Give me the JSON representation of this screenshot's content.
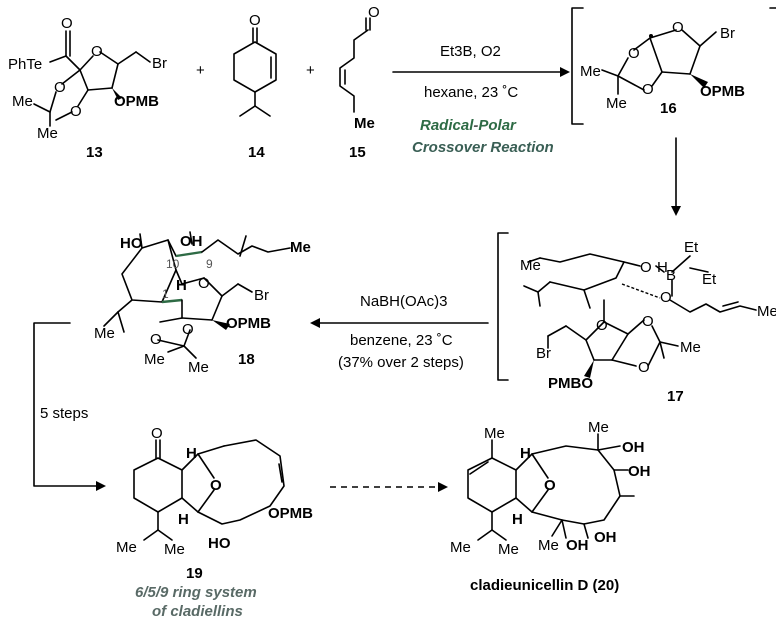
{
  "compounds": {
    "c13": {
      "id": "13",
      "labels": [
        "PhTe",
        "O",
        "O",
        "Br",
        "O",
        "O",
        "OPMB",
        "Me",
        "Me"
      ]
    },
    "c14": {
      "id": "14",
      "labels": [
        "O"
      ]
    },
    "c15": {
      "id": "15",
      "labels": [
        "O",
        "Me"
      ]
    },
    "c16": {
      "id": "16",
      "labels": [
        "O",
        "Br",
        "O",
        "O",
        "OPMB",
        "Me",
        "Me"
      ]
    },
    "c17": {
      "id": "17",
      "labels": [
        "Me",
        "O",
        "H",
        "B",
        "Et",
        "Et",
        "O",
        "Me",
        "Me",
        "O",
        "O",
        "O",
        "Br",
        "PMBO"
      ]
    },
    "c18": {
      "id": "18",
      "labels": [
        "HO",
        "OH",
        "Me",
        "9",
        "10",
        "1",
        "H",
        "O",
        "Br",
        "OPMB",
        "O",
        "O",
        "Me",
        "Me",
        "Me"
      ]
    },
    "c19": {
      "id": "19",
      "labels": [
        "O",
        "H",
        "O",
        "H",
        "HO",
        "OPMB",
        "Me",
        "Me"
      ],
      "caption_line1": "6/5/9 ring system",
      "caption_line2": "of cladiellins"
    },
    "c20": {
      "name": "cladieunicellin D (20)",
      "labels": [
        "Me",
        "Me",
        "OH",
        "OH",
        "H",
        "O",
        "H",
        "Me",
        "Me",
        "Me",
        "OH",
        "OH"
      ]
    }
  },
  "reactions": {
    "step1": {
      "reagents": "Et3B, O2",
      "conditions": "hexane, 23 ˚C",
      "name_line1_a": "Radical",
      "name_line1_b": "-",
      "name_line1_c": "Polar",
      "name_line2": "Crossover Reaction"
    },
    "step2": {
      "reagents": "NaBH(OAc)3",
      "conditions": "benzene, 23 ˚C",
      "yield": "(37% over 2 steps)"
    },
    "step3": {
      "label": "5 steps"
    }
  },
  "plus_sign": "+",
  "colors": {
    "radical": "#2e6b45",
    "polar": "#2e6b45",
    "crossover": "#3a5f55",
    "caption": "#596a66",
    "bond_highlight": "#2e6b45"
  }
}
